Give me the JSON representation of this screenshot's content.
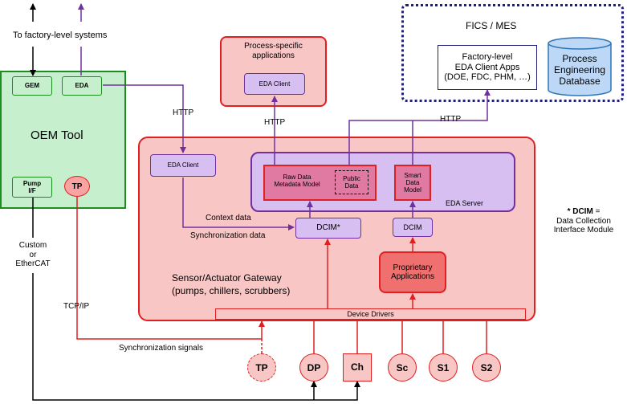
{
  "colors": {
    "green_fill": "#c6efce",
    "green_border": "#1e8c1e",
    "pink_fill": "#f9c6c6",
    "red_border": "#e02020",
    "lavender_fill": "#d7bff2",
    "purple_border": "#7030a0",
    "raw_fill": "#e07aa3",
    "navy_border": "#1f1f7a",
    "db_fill": "#bcd8f6",
    "db_border": "#2e75b6"
  },
  "top": {
    "factory_systems": "To factory-level systems"
  },
  "oem": {
    "title": "OEM Tool",
    "gem": "GEM",
    "eda": "EDA",
    "pump_if": "Pump\nI/F",
    "tp": "TP"
  },
  "process_apps": {
    "title": "Process-specific\napplications",
    "client": "EDA Client"
  },
  "fics": {
    "title": "FICS / MES",
    "factory_apps": "Factory-level\nEDA Client Apps\n(DOE, FDC, PHM, …)",
    "database": "Process\nEngineering\nDatabase"
  },
  "links": {
    "http_left": "HTTP",
    "http_center": "HTTP",
    "http_right": "HTTP",
    "context_data": "Context data",
    "sync_data": "Synchronization data",
    "custom": "Custom\nor\nEtherCAT",
    "tcp": "TCP/IP",
    "sync_signals": "Synchronization signals"
  },
  "gateway": {
    "title": "Sensor/Actuator Gateway\n(pumps, chillers, scrubbers)",
    "eda_client": "EDA Client",
    "eda_server": "EDA Server",
    "raw_data": "Raw Data\nMetadata Model",
    "public_data": "Public\nData",
    "smart_data": "Smart\nData\nModel",
    "dcim_star": "DCIM*",
    "dcim": "DCIM",
    "proprietary": "Proprietary\nApplications",
    "device_drivers": "Device Drivers"
  },
  "devices": [
    {
      "label": "TP"
    },
    {
      "label": "DP"
    },
    {
      "label": "Ch"
    },
    {
      "label": "Sc"
    },
    {
      "label": "S1"
    },
    {
      "label": "S2"
    }
  ],
  "note": {
    "term": "* DCIM",
    "equals": " =",
    "definition": "Data Collection\nInterface Module"
  }
}
